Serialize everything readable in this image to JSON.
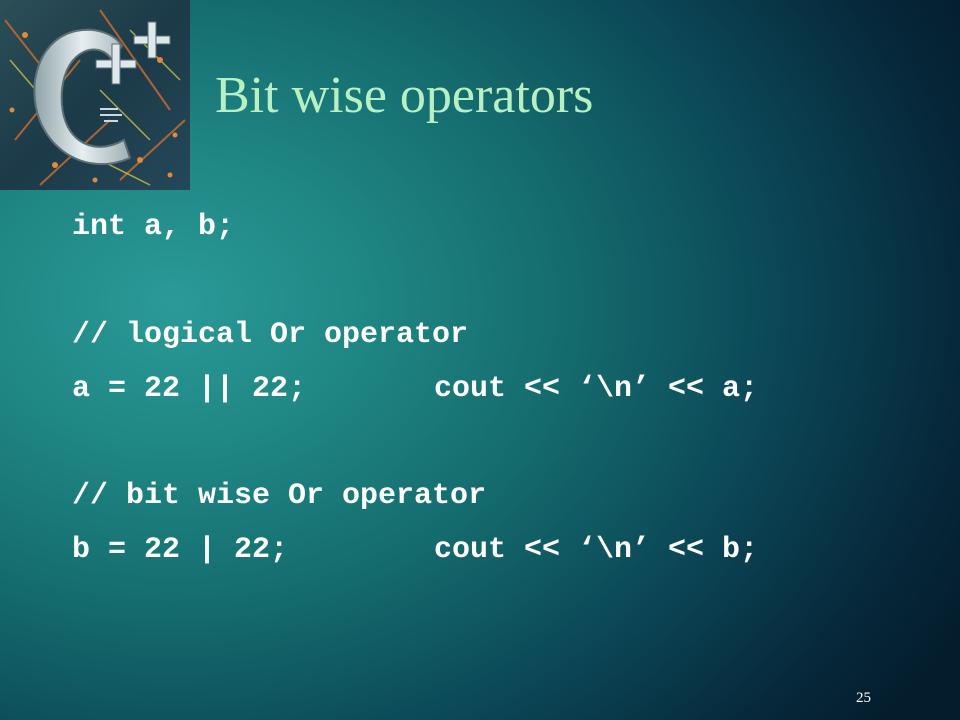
{
  "slide": {
    "title": "Bit wise operators",
    "page_number": "25",
    "colors": {
      "background": "#1f8683",
      "title": "#b8f0c4",
      "code": "#ffffff"
    },
    "logo": {
      "icon": "cpp-book-cover-icon",
      "glyph": "C++"
    }
  },
  "code": {
    "declaration": "int a, b;",
    "comment_logical": "// logical Or operator",
    "logical_stmt": "a = 22 || 22;",
    "logical_output": "cout << ‘\\n’ << a;",
    "comment_bitwise": "// bit wise Or operator",
    "bitwise_stmt": "b = 22 | 22;",
    "bitwise_output": "cout << ‘\\n’ << b;"
  }
}
